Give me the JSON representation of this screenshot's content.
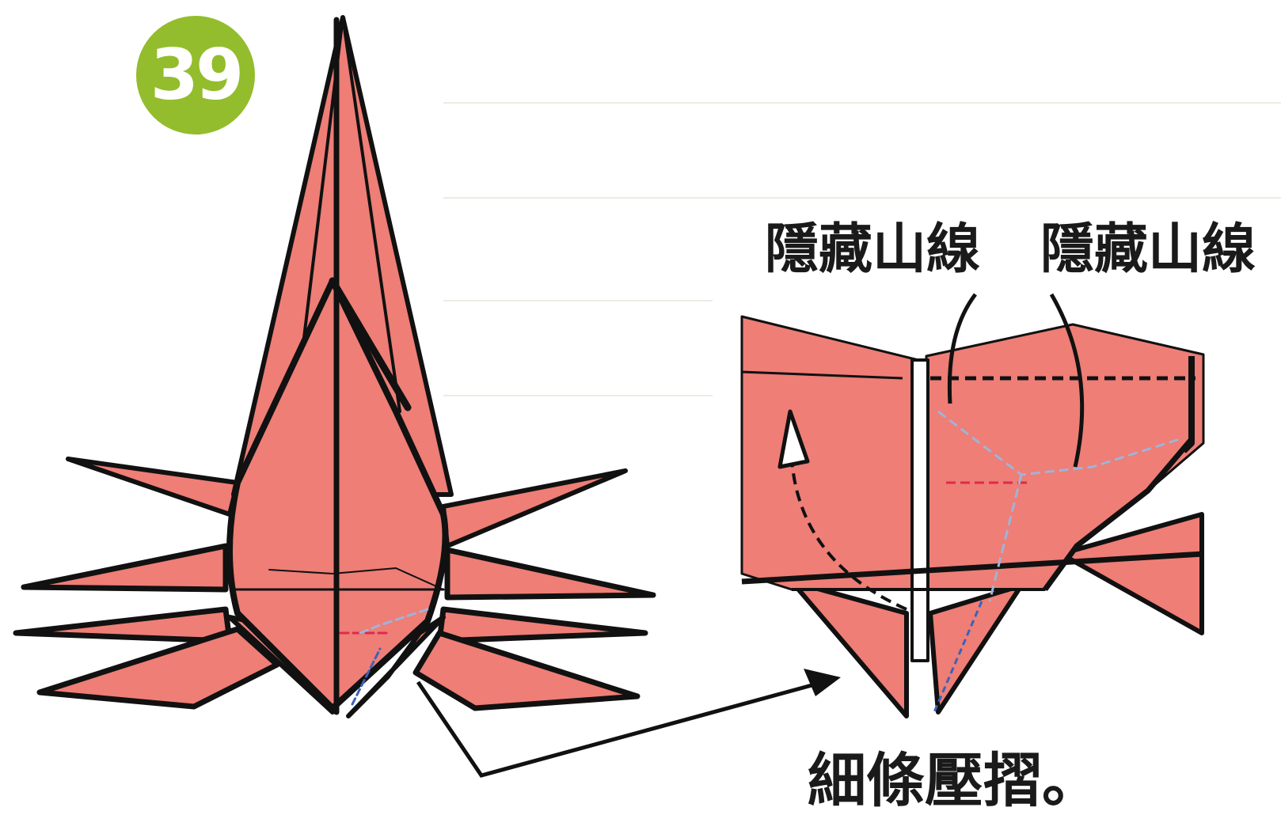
{
  "step": {
    "number": "39",
    "badge_color": "#93bd2c"
  },
  "paper_color": "#ee7e76",
  "labels": {
    "hidden_mountain_left": "隱藏山線",
    "hidden_mountain_right": "隱藏山線",
    "instruction": "細條壓摺。"
  }
}
